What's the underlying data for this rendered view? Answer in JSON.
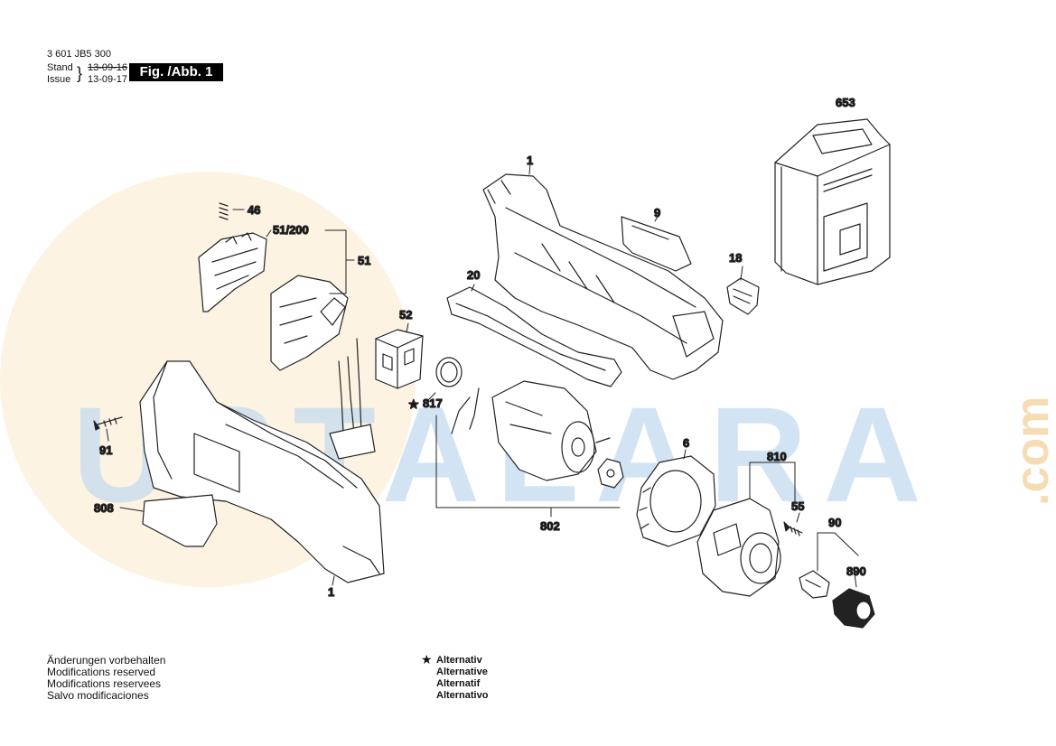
{
  "header": {
    "doc_number": "3 601 JB5 300",
    "stand_label": "Stand",
    "issue_label": "Issue",
    "stand_date_struck": "13-09-16",
    "issue_date": "13-09-17",
    "figure_label": "Fig. /Abb. 1"
  },
  "watermark": {
    "text": "USTALARA",
    "suffix": ".com",
    "color_blue": "#a9cbe8",
    "color_orange": "#f7d9a8"
  },
  "part_labels": {
    "p653": "653",
    "p1_top": "1",
    "p9": "9",
    "p46": "46",
    "p51_200": "51/200",
    "p51": "51",
    "p18": "18",
    "p20": "20",
    "p52": "52",
    "p817": "817",
    "p91": "91",
    "p6": "6",
    "p810": "810",
    "p808": "808",
    "p55": "55",
    "p802": "802",
    "p90": "90",
    "p890": "890",
    "p1_bottom": "1"
  },
  "footer": {
    "notes": [
      "Änderungen vorbehalten",
      "Modifications reserved",
      "Modifications reservees",
      "Salvo modificaciones"
    ],
    "alternative_symbol": "★",
    "alternatives": [
      "Alternativ",
      "Alternative",
      "Alternatif",
      "Alternativo"
    ]
  }
}
